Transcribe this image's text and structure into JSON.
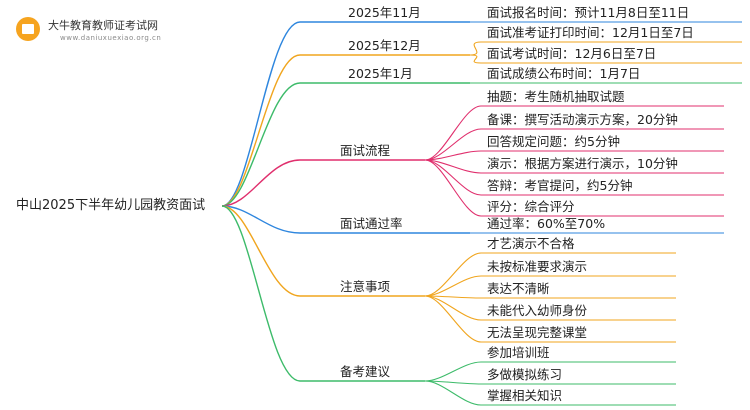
{
  "logo": {
    "icon": "graduation-book-icon",
    "title": "大牛教育教师证考试网",
    "url": "www.daniuxuexiao.org.cn"
  },
  "root": "中山2025下半年幼儿园教资面试",
  "colors": {
    "blue": "#2e86de",
    "orange": "#f0a51e",
    "green": "#3dbb6a",
    "magenta": "#e02f6d"
  },
  "branches": [
    {
      "label": "2025年11月",
      "color": "blue",
      "children": [
        "面试报名时间：预计11月8日至11日"
      ]
    },
    {
      "label": "2025年12月",
      "color": "orange",
      "children": [
        "面试准考证打印时间：12月1日至7日",
        "面试考试时间：12月6日至7日"
      ]
    },
    {
      "label": "2025年1月",
      "color": "green",
      "children": [
        "面试成绩公布时间：1月7日"
      ]
    },
    {
      "label": "面试流程",
      "color": "magenta",
      "children": [
        "抽题：考生随机抽取试题",
        "备课：撰写活动演示方案，20分钟",
        "回答规定问题：约5分钟",
        "演示：根据方案进行演示，10分钟",
        "答辩：考官提问，约5分钟",
        "评分：综合评分"
      ]
    },
    {
      "label": "面试通过率",
      "color": "blue",
      "children": [
        "通过率：60%至70%"
      ]
    },
    {
      "label": "注意事项",
      "color": "orange",
      "children": [
        "才艺演示不合格",
        "未按标准要求演示",
        "表达不清晰",
        "未能代入幼师身份",
        "无法呈现完整课堂"
      ]
    },
    {
      "label": "备考建议",
      "color": "green",
      "children": [
        "参加培训班",
        "多做模拟练习",
        "掌握相关知识"
      ]
    }
  ]
}
